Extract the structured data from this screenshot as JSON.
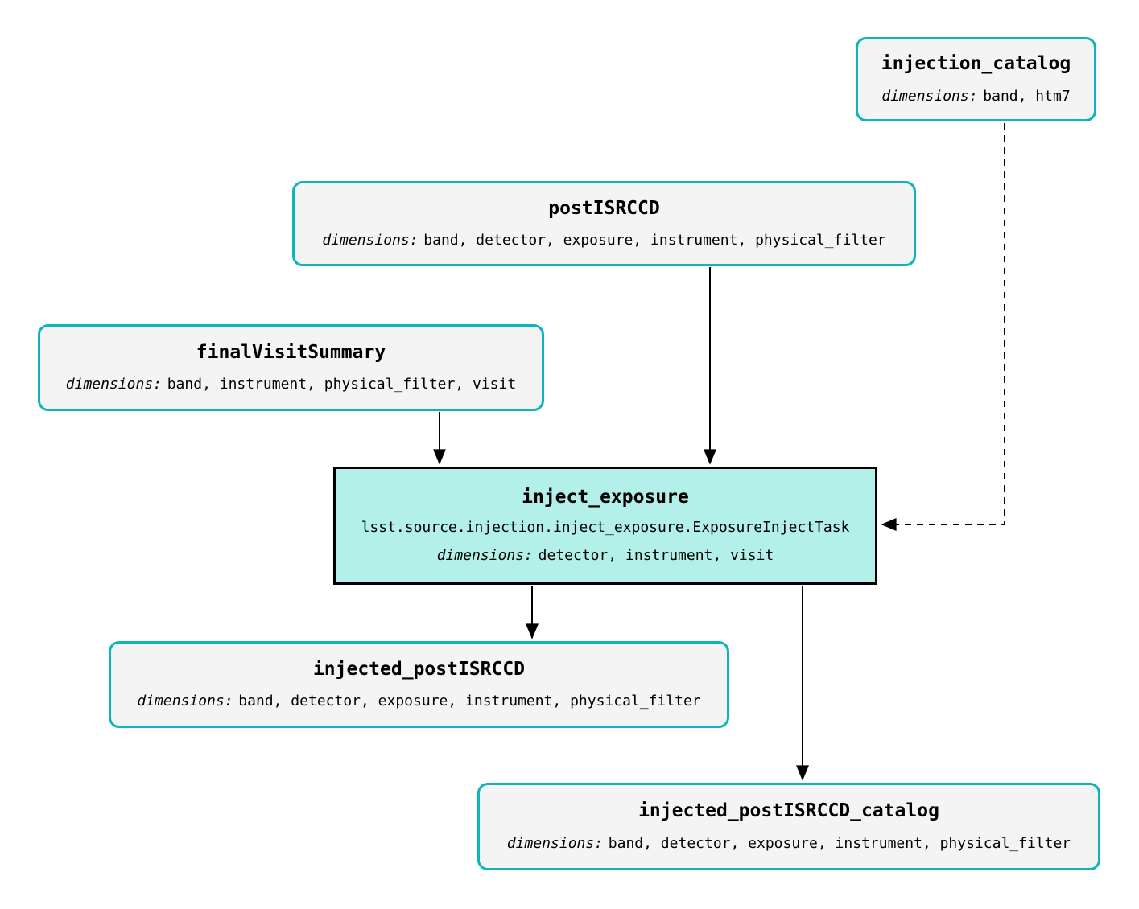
{
  "colors": {
    "background": "#ffffff",
    "dataset_border": "#0db4ba",
    "dataset_fill": "#f4f4f4",
    "task_border": "#000000",
    "task_fill": "#b2f0e9",
    "edge": "#000000",
    "text": "#000000"
  },
  "nodes": {
    "injection_catalog": {
      "type": "dataset",
      "title": "injection_catalog",
      "dimensions_label": "dimensions:",
      "dimensions": "band, htm7"
    },
    "postISRCCD": {
      "type": "dataset",
      "title": "postISRCCD",
      "dimensions_label": "dimensions:",
      "dimensions": "band, detector, exposure, instrument, physical_filter"
    },
    "finalVisitSummary": {
      "type": "dataset",
      "title": "finalVisitSummary",
      "dimensions_label": "dimensions:",
      "dimensions": "band, instrument, physical_filter, visit"
    },
    "inject_exposure": {
      "type": "task",
      "title": "inject_exposure",
      "task_class": "lsst.source.injection.inject_exposure.ExposureInjectTask",
      "dimensions_label": "dimensions:",
      "dimensions": "detector, instrument, visit"
    },
    "injected_postISRCCD": {
      "type": "dataset",
      "title": "injected_postISRCCD",
      "dimensions_label": "dimensions:",
      "dimensions": "band, detector, exposure, instrument, physical_filter"
    },
    "injected_postISRCCD_catalog": {
      "type": "dataset",
      "title": "injected_postISRCCD_catalog",
      "dimensions_label": "dimensions:",
      "dimensions": "band, detector, exposure, instrument, physical_filter"
    }
  },
  "edges": [
    {
      "from": "postISRCCD",
      "to": "inject_exposure",
      "style": "solid"
    },
    {
      "from": "finalVisitSummary",
      "to": "inject_exposure",
      "style": "solid"
    },
    {
      "from": "injection_catalog",
      "to": "inject_exposure",
      "style": "dashed"
    },
    {
      "from": "inject_exposure",
      "to": "injected_postISRCCD",
      "style": "solid"
    },
    {
      "from": "inject_exposure",
      "to": "injected_postISRCCD_catalog",
      "style": "solid"
    }
  ]
}
